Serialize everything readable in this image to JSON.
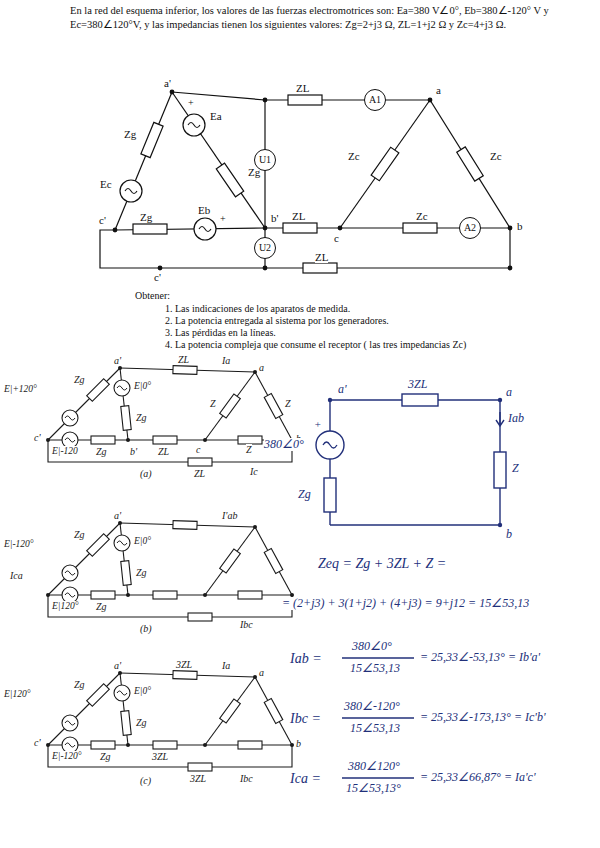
{
  "diagram": {
    "nodes": [
      {
        "text": [
          "A1"
        ]
      },
      {
        "text": [
          "U1"
        ]
      },
      {
        "text": [
          "A2"
        ]
      },
      {
        "text": [
          "U2"
        ]
      }
    ],
    "labels": [
      "En la red del esquema inferior, los valores de las fuerzas electromotrices son: Ea=380 V∠0°, Eb=380∠-120° V y Ec=380∠120°V, y las impedancias tienen los siguientes valores: Zg=2+j3 Ω, ZL=1+j2 Ω y Zc=4+j3 Ω.",
      "a'",
      "+",
      "Ea",
      "Zg",
      "Ec",
      "Zg",
      "Eb",
      "+",
      "b'",
      "c'",
      "Zg",
      "ZL",
      "a",
      "ZL",
      "c",
      "Zc",
      "Zc",
      "Zc",
      "b",
      "c'",
      "ZL",
      "Obtener:",
      "1. Las indicaciones de los aparatos de medida.",
      "2. La potencia entregada al sistema por los generadores.",
      "3. Las pérdidas en la líneas.",
      "4. La potencia compleja que consume el receptor ( las tres impedancias Zc)",
      "E|+120°",
      "a'",
      "Zg",
      "E|0°",
      "Zg",
      "c'",
      "Zg",
      "b'",
      "E|-120",
      "ZL",
      "Ia",
      "a",
      "ZL",
      "c",
      "b",
      "Z",
      "Z",
      "Z",
      "ZL",
      "Ic",
      "(a)",
      "E|-120°",
      "a'",
      "Zg",
      "E|0°",
      "Zg",
      "Ica",
      "E|120°",
      "Zg",
      "I'ab",
      "Ibc",
      "(b)",
      "E|120°",
      "a'",
      "Zg",
      "E|0°",
      "Zg",
      "c'",
      "E|-120°",
      "Zg",
      "3ZL",
      "Ia",
      "a",
      "3ZL",
      "3ZL",
      "Ibc",
      "b",
      "(c)",
      "a'",
      "3ZL",
      "a",
      "380∠0°",
      "+",
      "Iab",
      "Zg",
      "Z",
      "b",
      "Zeq = Zg + 3ZL + Z =",
      "= (2+j3) + 3(1+j2) + (4+j3) = 9+j12 = 15∠53,13",
      "Iab =",
      "380∠0°",
      "15∠53,13",
      "= 25,33∠-53,13° = Ib'a'",
      "Ibc =",
      "380∠-120°",
      "15∠53,13",
      "= 25,33∠-173,13° = Ic'b'",
      "Ica =",
      "380∠120°",
      "15∠53,13°",
      "= 25,33∠66,87° = Ia'c'"
    ]
  }
}
